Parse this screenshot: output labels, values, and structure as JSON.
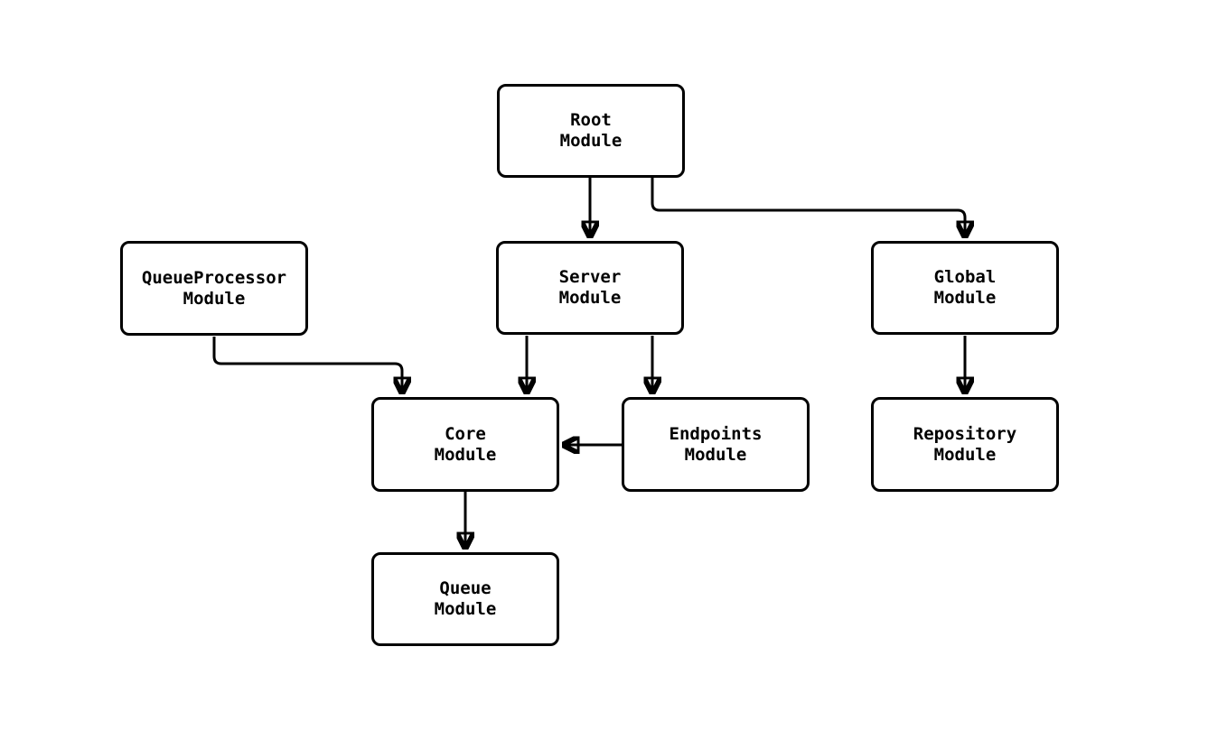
{
  "diagram": {
    "type": "flowchart",
    "background_color": "#ffffff",
    "stroke_color": "#000000",
    "node_fill_color": "#ffffff",
    "nodes": [
      {
        "id": "root",
        "label": "Root\nModule"
      },
      {
        "id": "queue-processor",
        "label": "QueueProcessor\nModule"
      },
      {
        "id": "server",
        "label": "Server\nModule"
      },
      {
        "id": "global",
        "label": "Global\nModule"
      },
      {
        "id": "core",
        "label": "Core\nModule"
      },
      {
        "id": "endpoints",
        "label": "Endpoints\nModule"
      },
      {
        "id": "repository",
        "label": "Repository\nModule"
      },
      {
        "id": "queue",
        "label": "Queue\nModule"
      }
    ],
    "edges": [
      {
        "from": "root",
        "to": "server"
      },
      {
        "from": "root",
        "to": "global"
      },
      {
        "from": "queue-processor",
        "to": "core"
      },
      {
        "from": "server",
        "to": "core"
      },
      {
        "from": "server",
        "to": "endpoints"
      },
      {
        "from": "endpoints",
        "to": "core"
      },
      {
        "from": "global",
        "to": "repository"
      },
      {
        "from": "core",
        "to": "queue"
      }
    ]
  }
}
